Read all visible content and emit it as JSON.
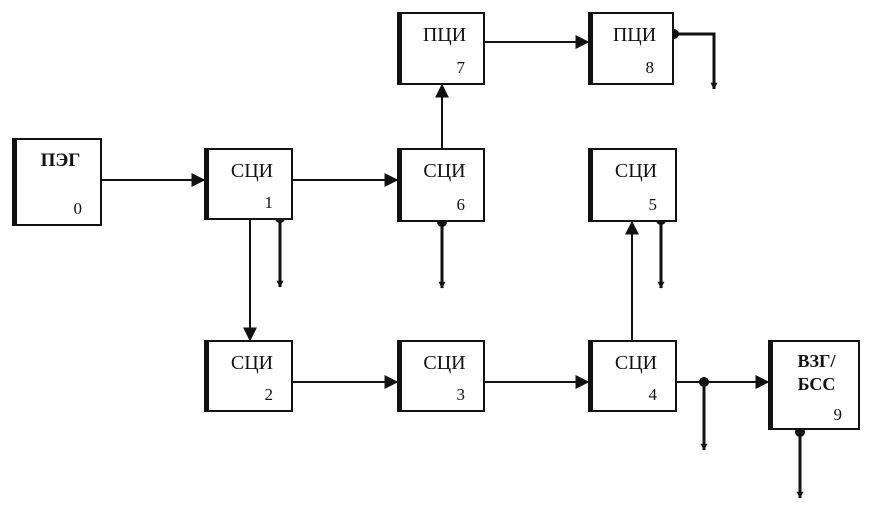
{
  "blocks": [
    {
      "id": "peg",
      "label": "ПЭГ",
      "num": "0"
    },
    {
      "id": "sci1",
      "label": "СЦИ",
      "num": "1"
    },
    {
      "id": "sci2",
      "label": "СЦИ",
      "num": "2"
    },
    {
      "id": "sci3",
      "label": "СЦИ",
      "num": "3"
    },
    {
      "id": "sci4",
      "label": "СЦИ",
      "num": "4"
    },
    {
      "id": "sci5",
      "label": "СЦИ",
      "num": "5"
    },
    {
      "id": "sci6",
      "label": "СЦИ",
      "num": "6"
    },
    {
      "id": "pci7",
      "label": "ПЦИ",
      "num": "7"
    },
    {
      "id": "pci8",
      "label": "ПЦИ",
      "num": "8"
    },
    {
      "id": "vzg",
      "label_line1": "ВЗГ/",
      "label_line2": "БСС",
      "num": "9"
    }
  ],
  "colors": {
    "line": "#111111",
    "background": "#ffffff"
  }
}
